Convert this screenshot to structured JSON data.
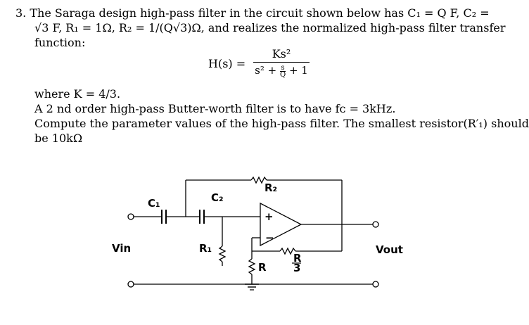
{
  "problem": {
    "number": "3.",
    "line1": "The Saraga design high-pass filter in the circuit shown below has C₁ = Q F, C₂ =",
    "line2": "√3 F, R₁ = 1Ω, R₂ = 1/(Q√3)Ω, and realizes the normalized high-pass filter transfer",
    "line3": "function:",
    "equation": {
      "lhs": "H(s) =",
      "numerator": "Ks²",
      "denominator_a": "s² +",
      "denominator_s": "s",
      "denominator_q": "Q",
      "denominator_b": "+ 1"
    },
    "line4": "where K = 4/3.",
    "line5": "A 2 nd order high-pass Butter-worth filter is to have fᴄ = 3kHz.",
    "line6": "Compute the parameter values of the high-pass filter. The smallest resistor(R′₁) should",
    "line7": "be 10kΩ"
  },
  "circuit": {
    "labels": {
      "c1": "C₁",
      "c2": "C₂",
      "r1": "R₁",
      "r2": "R₂",
      "r": "R",
      "r_over3_num": "R",
      "r_over3_den": "3",
      "vin": "Vin",
      "vout": "Vout",
      "plus": "+",
      "minus": "−"
    }
  }
}
